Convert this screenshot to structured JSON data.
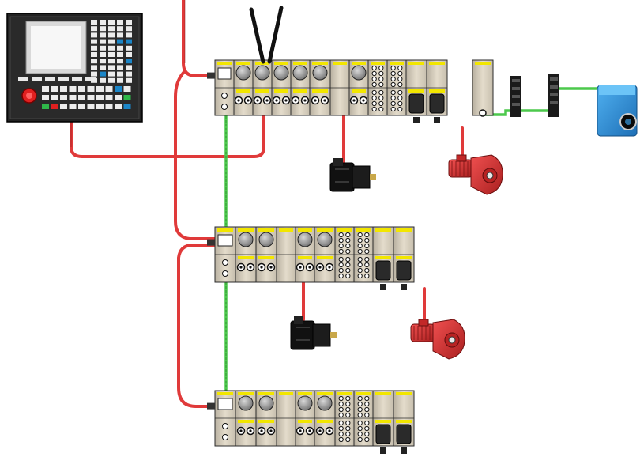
{
  "diagram": {
    "colors": {
      "power_cable": "#e03a3a",
      "bus_cable": "#4cc94c",
      "module_body": "#dcd3c2",
      "module_outline": "#2b2b2b",
      "label_yellow": "#f2e600",
      "motor_red": "#d93a3a",
      "servo_black": "#111111",
      "sensor_blue": "#2f8fd8",
      "hmi_body": "#222222",
      "hmi_key_blue": "#1b86c8"
    },
    "components": {
      "hmi": "cnc-operator-panel",
      "sensor": "photoelectric-sensor",
      "servo_motors": 2,
      "gear_motors": 2,
      "drive_racks": 3
    }
  }
}
